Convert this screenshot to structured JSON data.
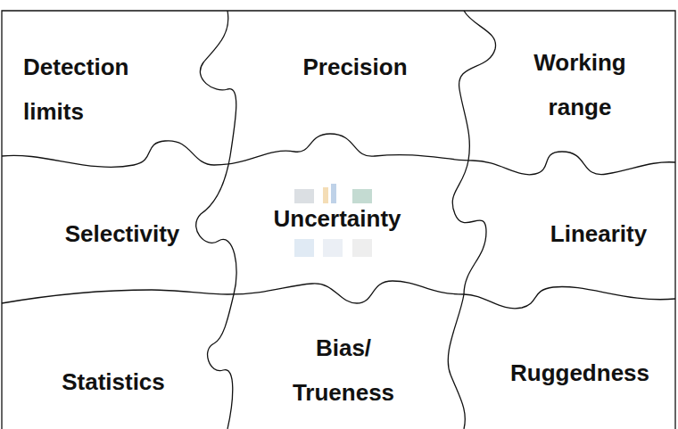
{
  "diagram": {
    "nodes": [
      {
        "text": [
          "Detection limits"
        ]
      },
      {
        "text": [
          "Precision"
        ]
      },
      {
        "text": [
          "Working range"
        ]
      },
      {
        "text": [
          "Selectivity"
        ]
      },
      {
        "text": [
          "Uncertainty"
        ]
      },
      {
        "text": [
          "Linearity"
        ]
      },
      {
        "text": [
          "Statistics"
        ]
      },
      {
        "text": [
          "Bias/ Trueness"
        ]
      },
      {
        "text": [
          "Ruggedness"
        ]
      }
    ]
  }
}
